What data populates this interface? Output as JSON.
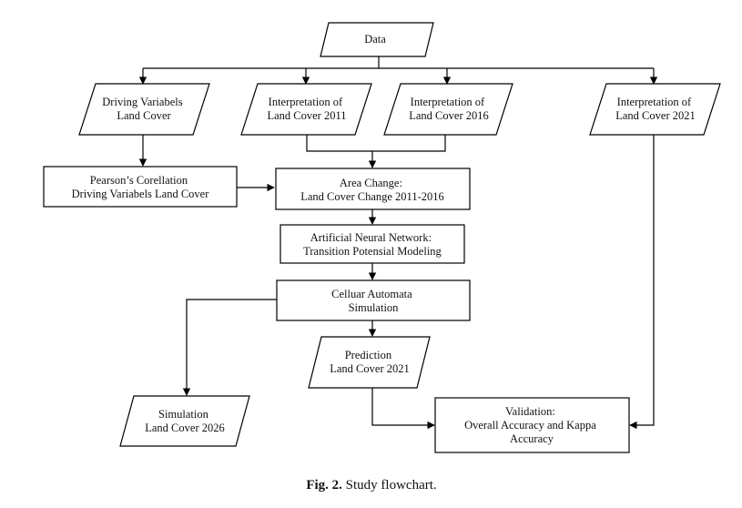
{
  "nodes": {
    "data": {
      "lines": [
        "Data"
      ]
    },
    "driving": {
      "lines": [
        "Driving Variabels",
        "Land Cover"
      ]
    },
    "interp2011": {
      "lines": [
        "Interpretation of",
        "Land Cover 2011"
      ]
    },
    "interp2016": {
      "lines": [
        "Interpretation of",
        "Land Cover 2016"
      ]
    },
    "interp2021": {
      "lines": [
        "Interpretation of",
        "Land Cover 2021"
      ]
    },
    "pearson": {
      "lines": [
        "Pearson’s Corellation",
        "Driving Variabels Land Cover"
      ]
    },
    "area": {
      "lines": [
        "Area Change:",
        "Land Cover Change 2011-2016"
      ]
    },
    "ann": {
      "lines": [
        "Artificial Neural Network:",
        "Transition Potensial Modeling"
      ]
    },
    "ca": {
      "lines": [
        "Celluar Automata",
        "Simulation"
      ]
    },
    "prediction": {
      "lines": [
        "Prediction",
        "Land Cover 2021"
      ]
    },
    "simulation": {
      "lines": [
        "Simulation",
        "Land Cover 2026"
      ]
    },
    "validation": {
      "lines": [
        "Validation:",
        "Overall Accuracy and Kappa",
        "Accuracy"
      ]
    }
  },
  "caption": {
    "label": "Fig. 2.",
    "text": " Study flowchart."
  }
}
